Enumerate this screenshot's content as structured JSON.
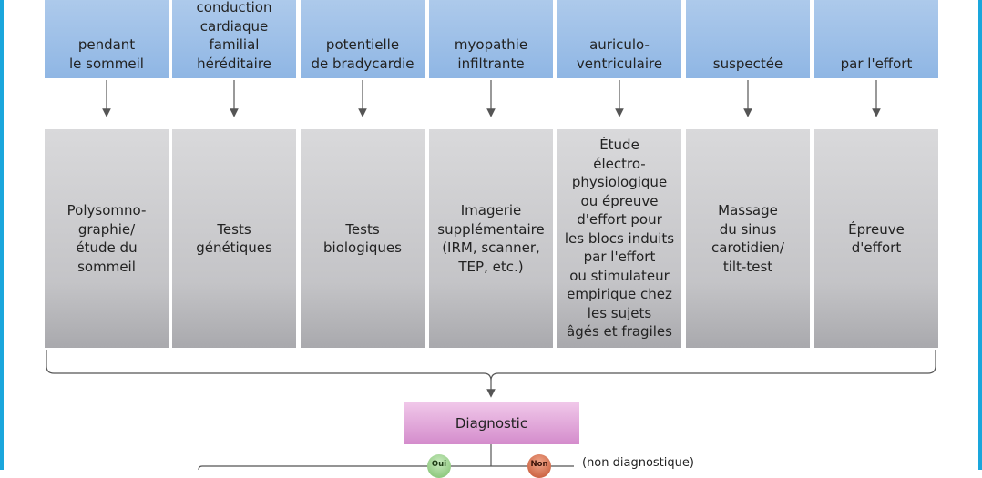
{
  "top_row": [
    {
      "label": "pendant\nle sommeil"
    },
    {
      "label": "conduction\ncardiaque\nfamilial\nhéréditaire"
    },
    {
      "label": "potentielle\nde bradycardie"
    },
    {
      "label": "myopathie\ninfiltrante"
    },
    {
      "label": "auriculo-\nventriculaire"
    },
    {
      "label": "suspectée"
    },
    {
      "label": "par l'effort"
    }
  ],
  "test_row": [
    {
      "label": "Polysomno-\ngraphie/\nétude du\nsommeil"
    },
    {
      "label": "Tests\ngénétiques"
    },
    {
      "label": "Tests\nbiologiques"
    },
    {
      "label": "Imagerie\nsupplémentaire\n(IRM, scanner,\nTEP, etc.)"
    },
    {
      "label": "Étude\nélectro-\nphysiologique\nou épreuve\nd'effort pour\nles blocs induits\npar l'effort\nou stimulateur\nempirique chez\nles sujets\nâgés et fragiles"
    },
    {
      "label": "Massage\ndu sinus\ncarotidien/\ntilt-test"
    },
    {
      "label": "Épreuve\nd'effort"
    }
  ],
  "diagnostic": {
    "label": "Diagnostic"
  },
  "branches": {
    "yes": "Oui",
    "no": "Non",
    "no_note": "(non diagnostique)"
  },
  "colors": {
    "frame": "#1aa6dc",
    "top_box": "#8fb6e4",
    "test_box": "#c4c4c7",
    "diagnostic_box": "#d48ccc",
    "yes": "#7cbf6a",
    "no": "#c2502d"
  }
}
